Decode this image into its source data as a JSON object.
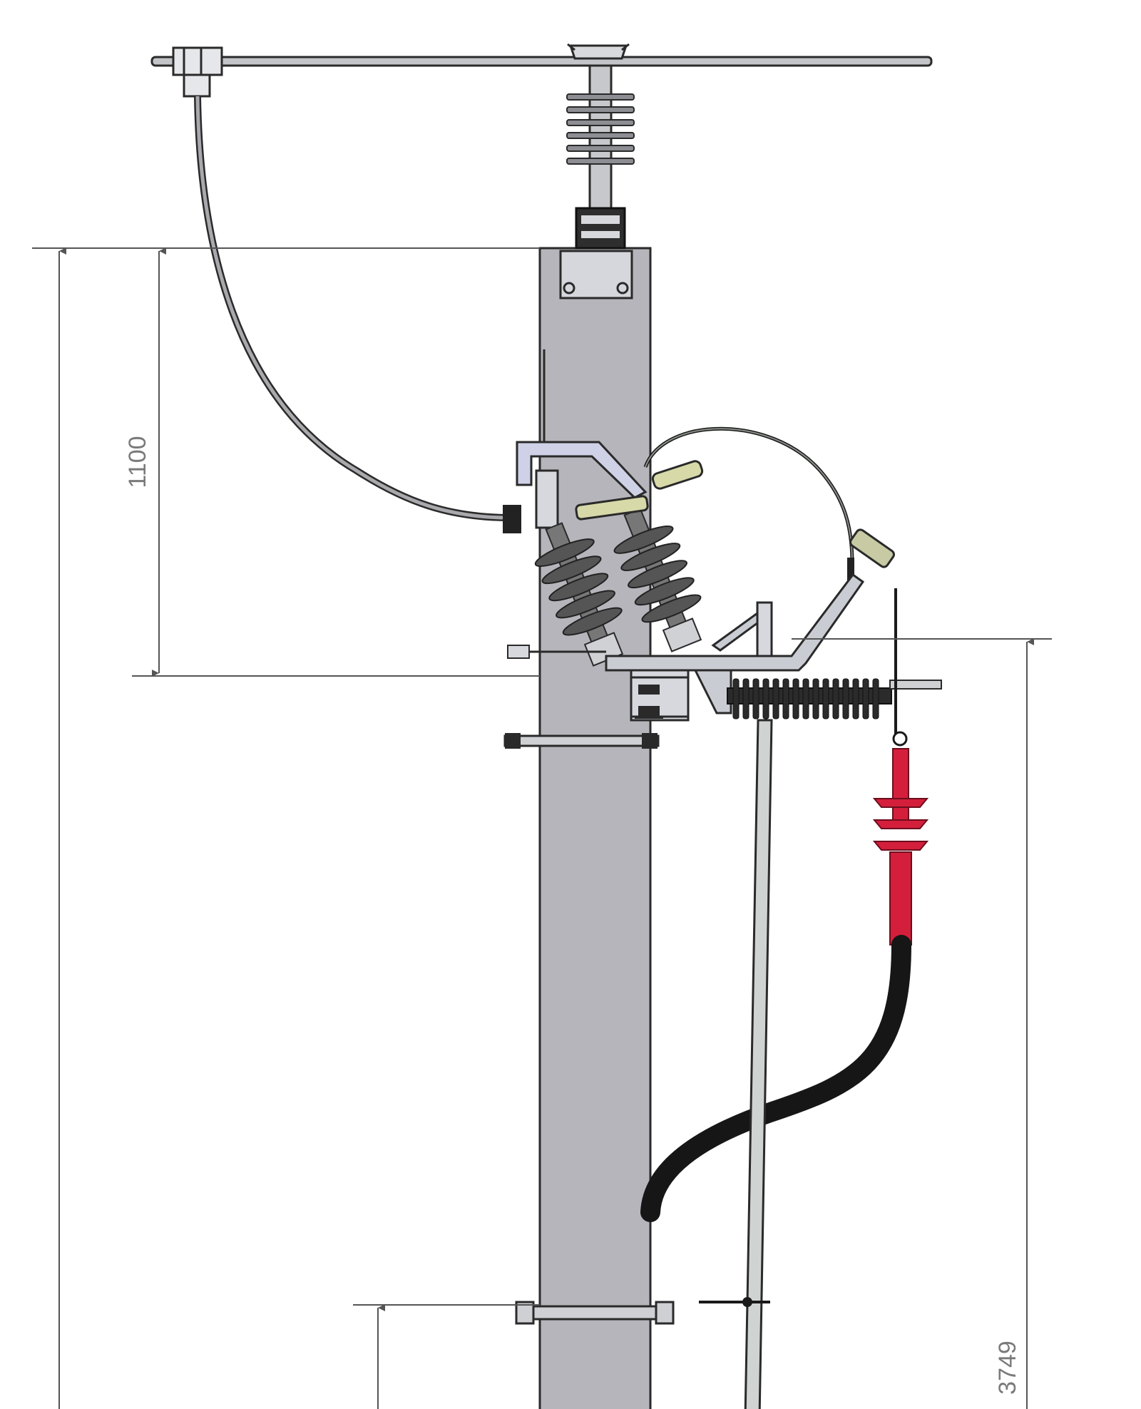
{
  "dimensions": [
    {
      "id": "crossarm-to-pole-top",
      "label": "1100"
    },
    {
      "id": "ground-to-bracket",
      "label": "3749"
    }
  ],
  "colors": {
    "pole": "#b6b5bb",
    "outline": "#2a2a2a",
    "dimension_line": "#555555",
    "dimension_text": "#7a7a7a",
    "insulator": "#4a4a4a",
    "metal_light": "#c9ccd3",
    "bracket_blue": "#cfd2e6",
    "cable_black": "#161616",
    "termination_red": "#d41f3c",
    "conductor": "#a9a9ad",
    "fuse_tube": "#d7d9a8"
  }
}
